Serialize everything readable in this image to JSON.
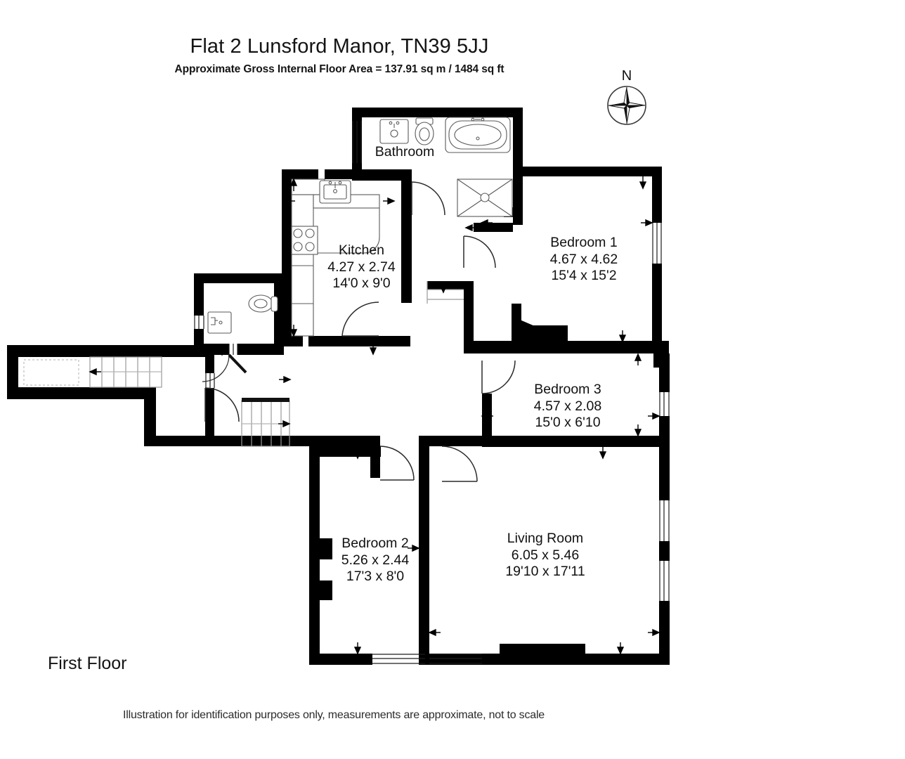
{
  "header": {
    "title": "Flat 2 Lunsford Manor, TN39 5JJ",
    "subtitle": "Approximate Gross Internal Floor Area = 137.91 sq m / 1484 sq ft"
  },
  "footer": {
    "floor_label": "First Floor",
    "disclaimer": "Illustration for identification purposes only, measurements are approximate, not to scale"
  },
  "compass": {
    "north_label": "N",
    "icon": "compass-rose-icon"
  },
  "colors": {
    "wall": "#000000",
    "background": "#ffffff",
    "fixture_line": "#4d4d4d",
    "text": "#111111"
  },
  "rooms": [
    {
      "id": "bathroom",
      "name": "Bathroom",
      "metric": "",
      "imperial": "",
      "fixtures": [
        "washbasin-icon",
        "toilet-icon",
        "bathtub-icon",
        "shower-tray-icon"
      ]
    },
    {
      "id": "kitchen",
      "name": "Kitchen",
      "metric": "4.27 x 2.74",
      "imperial": "14'0 x 9'0",
      "fixtures": [
        "sink-icon",
        "hob-icon",
        "counter-units-icon"
      ]
    },
    {
      "id": "bedroom-1",
      "name": "Bedroom 1",
      "metric": "4.67 x 4.62",
      "imperial": "15'4 x 15'2",
      "fixtures": [
        "chimney-breast-icon"
      ]
    },
    {
      "id": "bedroom-3",
      "name": "Bedroom 3",
      "metric": "4.57 x 2.08",
      "imperial": "15'0 x 6'10",
      "fixtures": []
    },
    {
      "id": "bedroom-2",
      "name": "Bedroom 2",
      "metric": "5.26 x 2.44",
      "imperial": "17'3 x 8'0",
      "fixtures": []
    },
    {
      "id": "living-room",
      "name": "Living Room",
      "metric": "6.05 x 5.46",
      "imperial": "19'10 x 17'11",
      "fixtures": [
        "chimney-breast-icon"
      ]
    },
    {
      "id": "wc",
      "name": "",
      "metric": "",
      "imperial": "",
      "fixtures": [
        "toilet-icon",
        "washbasin-icon"
      ]
    }
  ],
  "plan_features": {
    "staircases": 2,
    "doors": 7,
    "windows": 9,
    "dimension_arrows": 22
  }
}
